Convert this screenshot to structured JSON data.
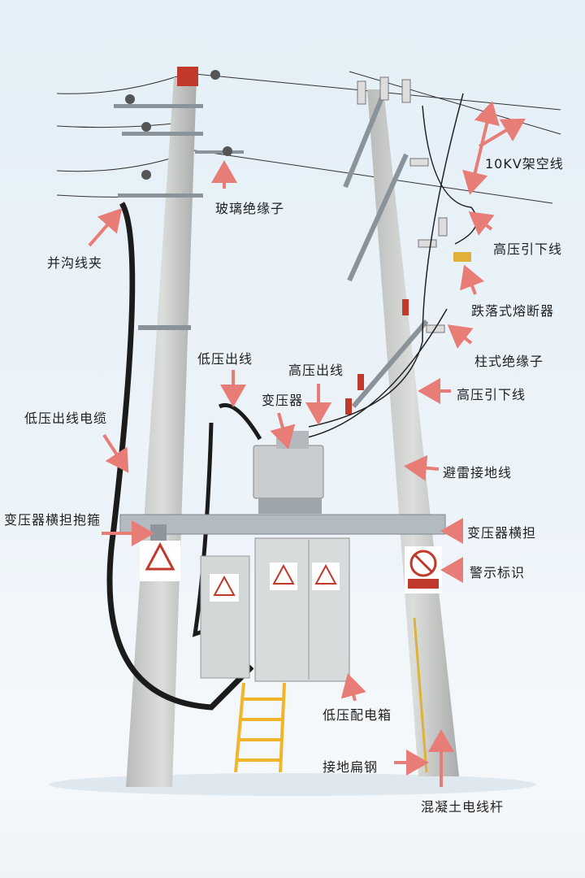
{
  "labels": {
    "overhead_line": "10KV架空线",
    "glass_insulator": "玻璃绝缘子",
    "parallel_groove_clamp": "并沟线夹",
    "hv_down_lead_1": "高压引下线",
    "drop_out_fuse": "跌落式熔断器",
    "post_insulator": "柱式绝缘子",
    "lv_outgoing_line": "低压出线",
    "hv_outgoing_line": "高压出线",
    "transformer": "变压器",
    "hv_down_lead_2": "高压引下线",
    "lv_outgoing_cable": "低压出线电缆",
    "lightning_ground_wire": "避雷接地线",
    "crossarm_hoop": "变压器横担抱箍",
    "transformer_crossarm": "变压器横担",
    "warning_sign": "警示标识",
    "lv_distribution_box": "低压配电箱",
    "grounding_flat_steel": "接地扁钢",
    "concrete_pole": "混凝土电线杆"
  },
  "colors": {
    "arrow": "#e87d78",
    "pole": "#c9ccca",
    "steel": "#aeb6bd",
    "ladder": "#f0b52a",
    "warning_red": "#c0392b"
  }
}
